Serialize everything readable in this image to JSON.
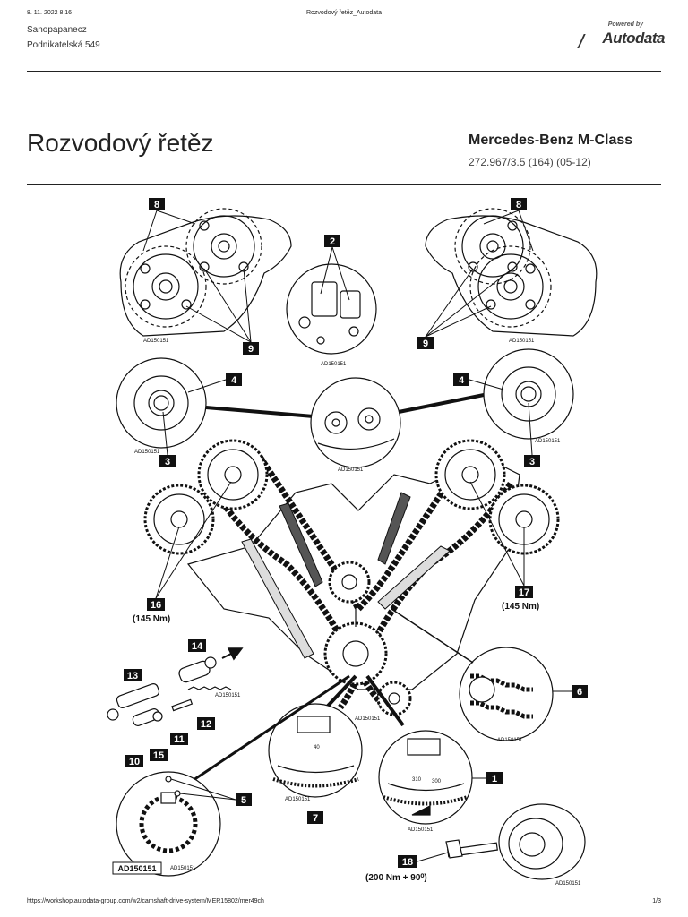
{
  "header": {
    "print_date": "8. 11. 2022 8:16",
    "print_title": "Rozvodový řetěz_Autodata",
    "address_line1": "Sanopapanecz",
    "address_line2": "Podnikatelská 549",
    "logo_powered": "Powered by",
    "logo_brand": "Autodata"
  },
  "document": {
    "title": "Rozvodový řetěz",
    "vehicle_name": "Mercedes-Benz M-Class",
    "vehicle_code": "272.967/3.5 (164) (05-12)"
  },
  "diagram": {
    "ref_code": "AD150151",
    "callouts": {
      "c1": "1",
      "c2": "2",
      "c3": "3",
      "c4": "4",
      "c5": "5",
      "c6": "6",
      "c7": "7",
      "c8": "8",
      "c9": "9",
      "c10": "10",
      "c11": "11",
      "c12": "12",
      "c13": "13",
      "c14": "14",
      "c15": "15",
      "c16": "16",
      "c17": "17",
      "c18": "18"
    },
    "torque_16": "(145 Nm)",
    "torque_17": "(145 Nm)",
    "torque_18": "(200 Nm + 90⁰)",
    "dial_40": "40",
    "dial_310": "310",
    "dial_300": "300"
  },
  "footer": {
    "url": "https://workshop.autodata-group.com/w2/camshaft-drive-system/MER15802/mer49ch",
    "page": "1/3"
  }
}
